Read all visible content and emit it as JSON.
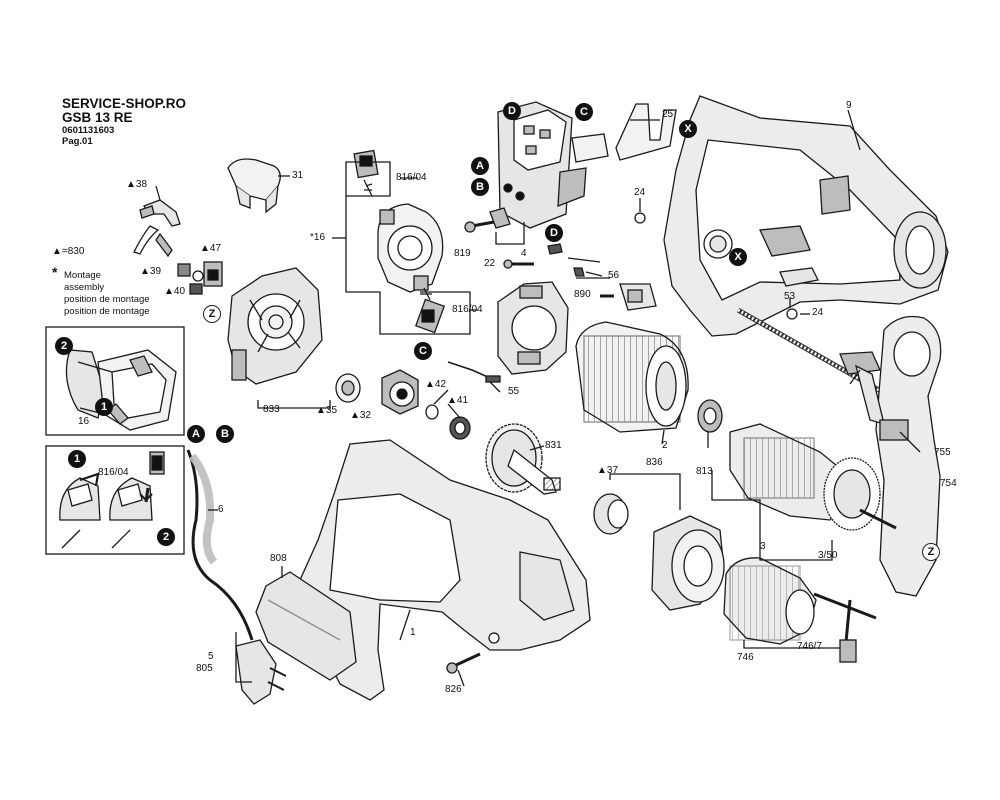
{
  "header": {
    "shop": "SERVICE-SHOP.RO",
    "model": "GSB 13 RE",
    "part_number": "0601131603",
    "page": "Pag.01"
  },
  "legend": {
    "triangle_note": "▲=830",
    "star": "*",
    "montage_lines": [
      "Montage",
      "assembly",
      "position de montage",
      "position de montage"
    ]
  },
  "connectors": [
    "A",
    "B",
    "C",
    "D",
    "X",
    "Z"
  ],
  "part_labels": {
    "p9": "9",
    "p25": "25",
    "p31": "31",
    "p816a": "816/04",
    "p816b": "816/04",
    "p816c": "816/04",
    "p16": "16",
    "p16star": "*16",
    "p819": "819",
    "p4": "4",
    "p22": "22",
    "p56": "56",
    "p24a": "24",
    "p24b": "24",
    "p53": "53",
    "p890": "890",
    "p38": "▲38",
    "p47": "▲47",
    "p39": "▲39",
    "p40": "▲40",
    "p833": "833",
    "p35": "▲35",
    "p32": "▲32",
    "p42": "▲42",
    "p41": "▲41",
    "p55": "55",
    "p2": "2",
    "p831": "831",
    "p836": "836",
    "p37": "▲37",
    "p813": "813",
    "p755": "755",
    "p754": "754",
    "p3": "3",
    "p350": "3/50",
    "p6": "6",
    "p808": "808",
    "p1": "1",
    "p5": "5",
    "p805": "805",
    "p826": "826",
    "p746": "746",
    "p7467": "746/7"
  },
  "inset_steps": [
    "1",
    "2"
  ],
  "colors": {
    "line": "#1a1a1a",
    "shade": "#bdbdbd",
    "light": "#e6e6e6",
    "mid": "#8a8a8a"
  }
}
